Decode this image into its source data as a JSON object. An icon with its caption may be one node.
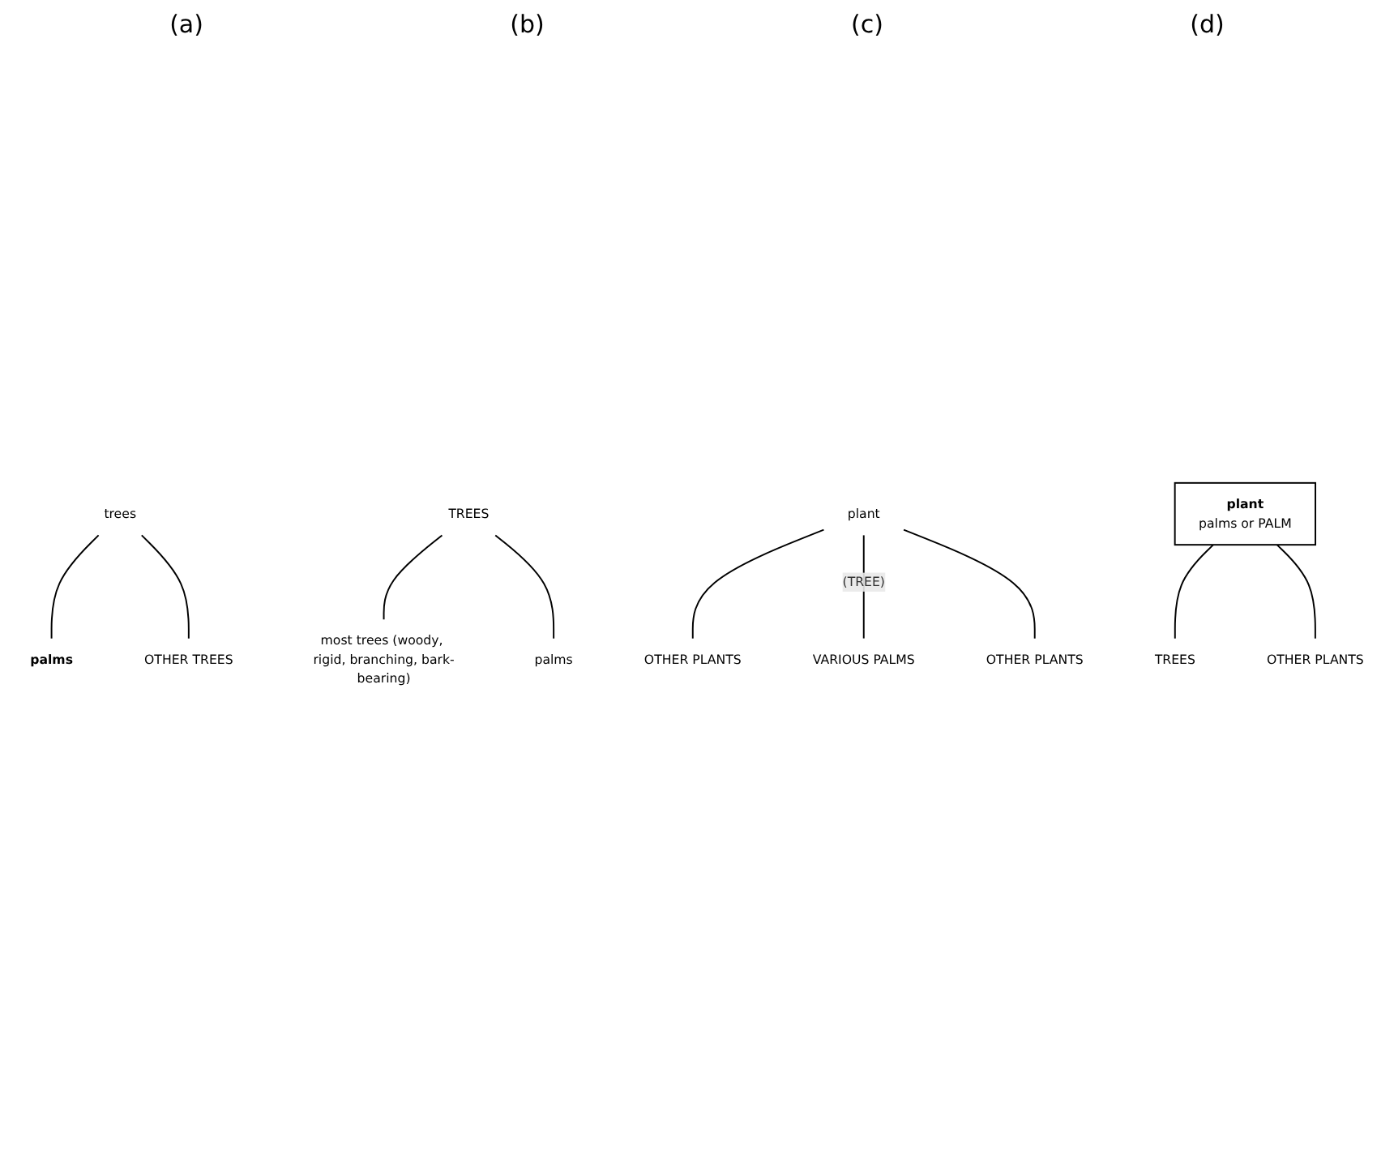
{
  "diagram": {
    "nodes": [
      {
        "text": [
          "trees"
        ]
      },
      {
        "text": [
          "palms"
        ]
      },
      {
        "text": [
          "OTHER TREES"
        ]
      },
      {
        "text": [
          "TREES"
        ]
      },
      {
        "text": [
          "most trees (woody, rigid, branching, bark-bearing)"
        ]
      },
      {
        "text": [
          "palms"
        ]
      },
      {
        "text": [
          "plant"
        ]
      },
      {
        "text": [
          "OTHER PLANTS"
        ]
      },
      {
        "text": [
          "VARIOUS PALMS"
        ]
      },
      {
        "text": [
          "OTHER PLANTS"
        ]
      },
      {
        "text": [
          "plant",
          "palms or PALM"
        ]
      },
      {
        "text": [
          "TREES"
        ]
      },
      {
        "text": [
          "OTHER PLANTS"
        ]
      }
    ],
    "edges": [
      {
        "from": 0,
        "to": 1,
        "arrow": "none"
      },
      {
        "from": 0,
        "to": 2,
        "arrow": "none"
      },
      {
        "from": 3,
        "to": 4,
        "arrow": "none"
      },
      {
        "from": 3,
        "to": 5,
        "arrow": "none"
      },
      {
        "from": 6,
        "to": 7,
        "arrow": "none"
      },
      {
        "from": 6,
        "to": 8,
        "arrow": "none",
        "label": "(TREE)"
      },
      {
        "from": 6,
        "to": 9,
        "arrow": "none"
      },
      {
        "from": 10,
        "to": 11,
        "arrow": "none"
      },
      {
        "from": 10,
        "to": 12,
        "arrow": "none"
      }
    ],
    "labels": [
      "(a)",
      "(b)",
      "(c)",
      "(d)"
    ]
  }
}
